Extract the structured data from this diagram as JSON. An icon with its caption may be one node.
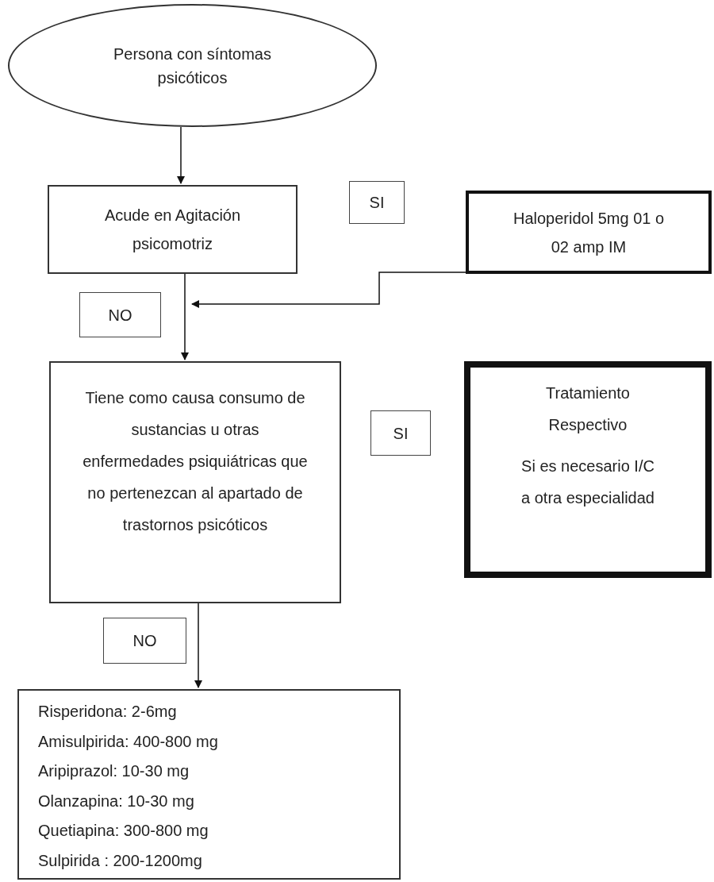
{
  "diagram": {
    "nodes": [
      {
        "text": [
          "Persona con síntomas psicóticos"
        ]
      },
      {
        "text": [
          "Acude en Agitación psicomotriz"
        ]
      },
      {
        "text": [
          "SI"
        ]
      },
      {
        "text": [
          "Haloperidol 5mg 01 o 02 amp IM"
        ]
      },
      {
        "text": [
          "NO"
        ]
      },
      {
        "text": [
          "Tiene como causa consumo de sustancias u otras enfermedades psiquiátricas que no pertenezcan al apartado de trastornos psicóticos"
        ]
      },
      {
        "text": [
          "SI"
        ]
      },
      {
        "text": [
          "Tratamiento Respectivo",
          "Si es necesario I/C a otra especialidad"
        ]
      },
      {
        "text": [
          "NO"
        ]
      },
      {
        "text": [
          "Risperidona: 2-6mg",
          "Amisulpirida: 400-800 mg",
          "Aripiprazol: 10-30 mg",
          "Olanzapina: 10-30 mg",
          "Quetiapina: 300-800 mg",
          "Sulpirida : 200-1200mg"
        ]
      }
    ],
    "edges": [
      {
        "from": 0,
        "to": 1,
        "arrow": "to"
      },
      {
        "from": 1,
        "to": 5,
        "arrow": "to"
      },
      {
        "from": 3,
        "to": null,
        "arrow": "to"
      },
      {
        "from": 5,
        "to": 9,
        "arrow": "to"
      }
    ]
  }
}
